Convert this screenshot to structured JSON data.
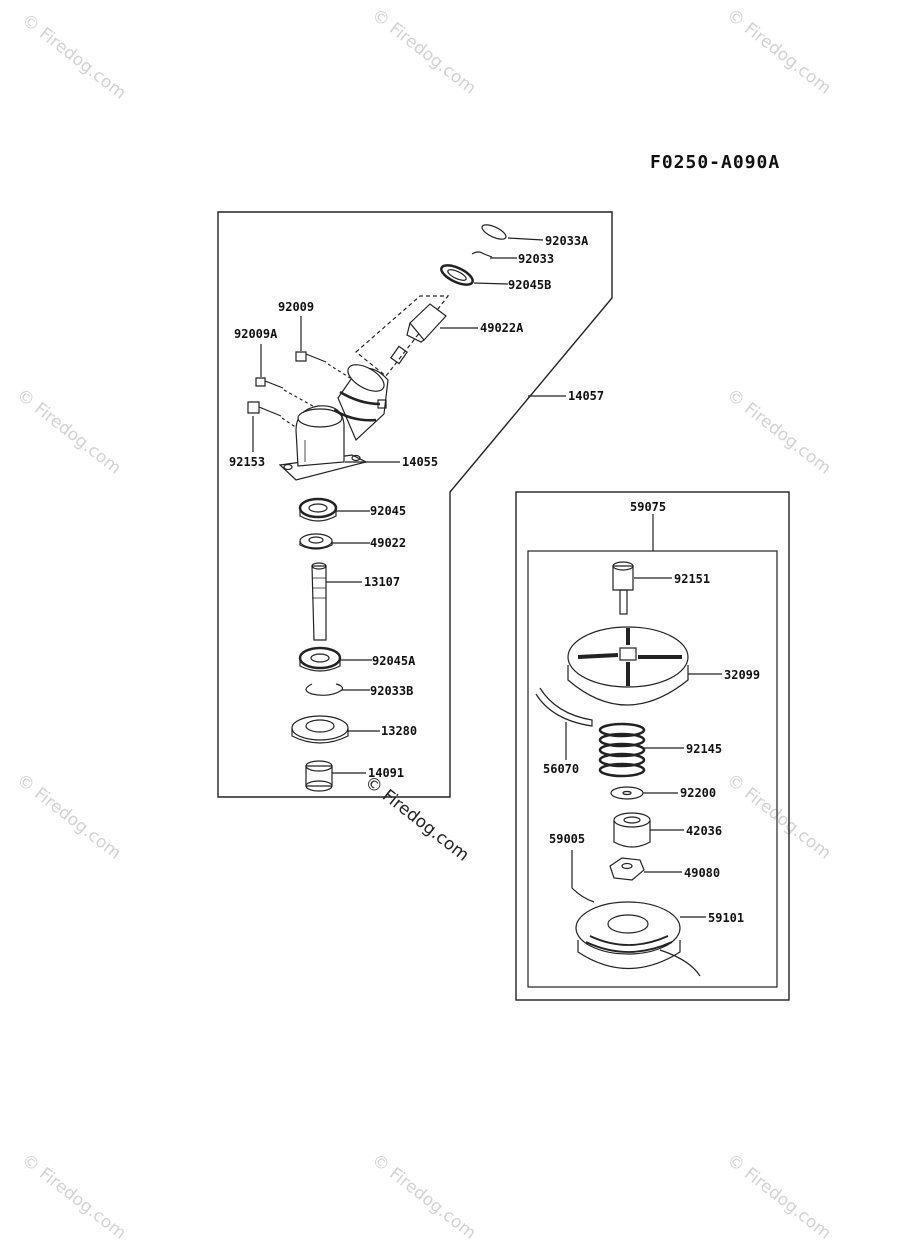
{
  "figure": {
    "code": "F0250-A090A"
  },
  "watermark": {
    "text": "Firedog.com",
    "mark": "©"
  },
  "parts": {
    "p92033A": "92033A",
    "p92033": "92033",
    "p92045B": "92045B",
    "p49022A": "49022A",
    "p92009": "92009",
    "p92009A": "92009A",
    "p14057": "14057",
    "p14055": "14055",
    "p92153": "92153",
    "p92045": "92045",
    "p49022": "49022",
    "p13107": "13107",
    "p92045A": "92045A",
    "p92033B": "92033B",
    "p13280": "13280",
    "p14091": "14091",
    "p59075": "59075",
    "p92151": "92151",
    "p32099": "32099",
    "p56070": "56070",
    "p92145": "92145",
    "p92200": "92200",
    "p42036": "42036",
    "p59005": "59005",
    "p49080": "49080",
    "p59101": "59101"
  }
}
